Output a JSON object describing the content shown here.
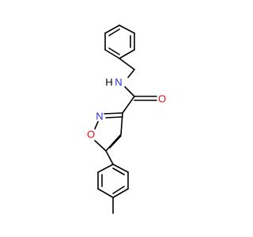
{
  "molecule": {
    "atoms": {
      "amide_n": "N",
      "amide_h": "H",
      "carbonyl_o": "O",
      "ring_n": "N",
      "ring_o": "O"
    },
    "colors": {
      "bond": "#000000",
      "nitrogen": "#2b2bdc",
      "oxygen": "#e20d0d",
      "background": "#ffffff"
    }
  }
}
